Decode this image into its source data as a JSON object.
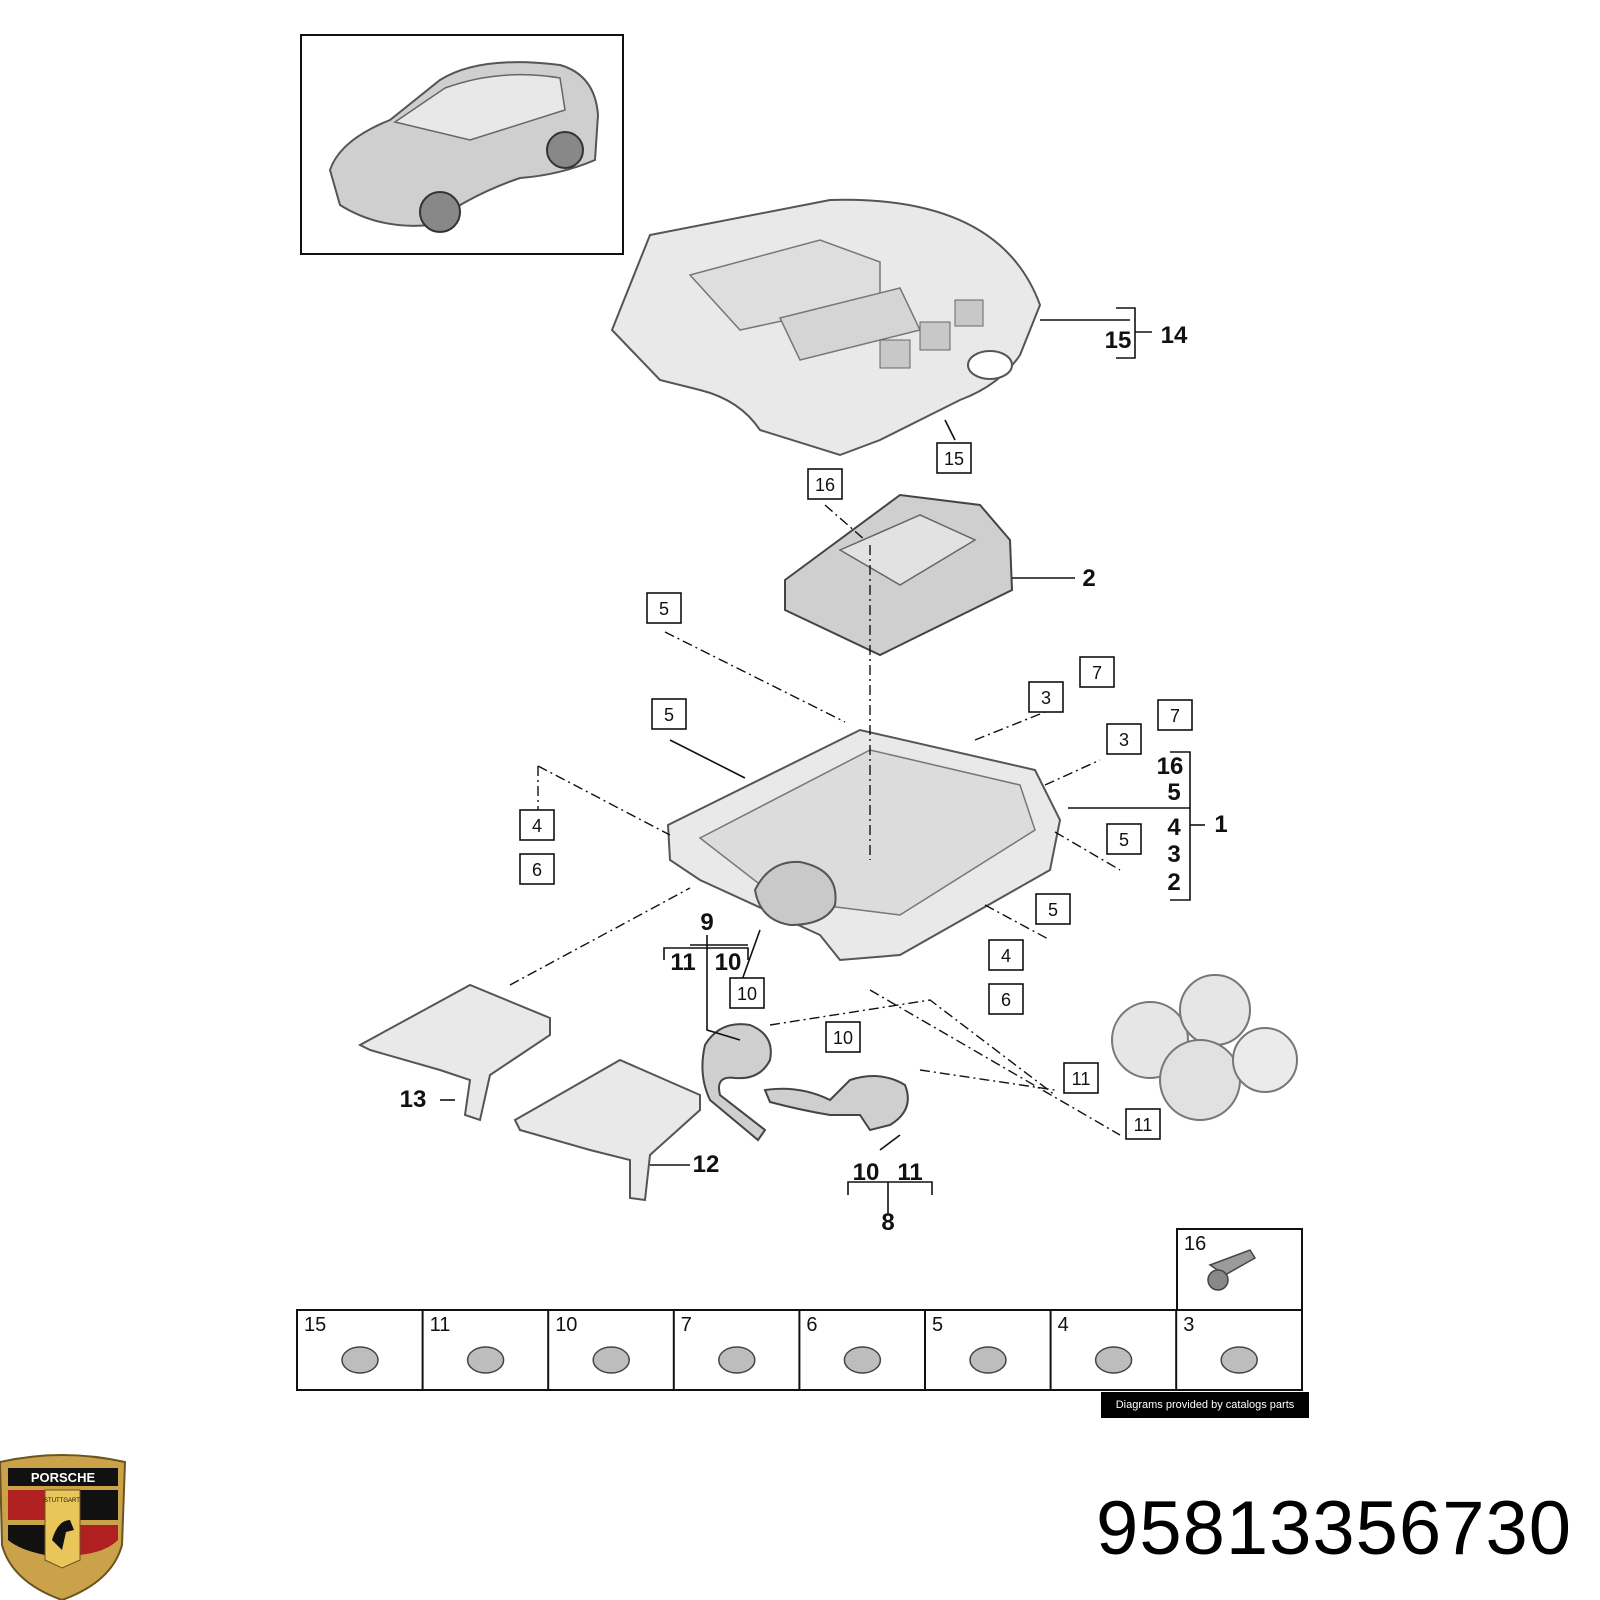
{
  "part_number": "95813356730",
  "credit": "Diagrams provided by catalogs parts",
  "logo": {
    "text": "PORSCHE",
    "city": "STUTTGART"
  },
  "callouts": {
    "c15a": "15",
    "c14": "14",
    "c15b": "15",
    "c16a": "16",
    "c2a": "2",
    "c5a": "5",
    "c7a": "7",
    "c3a": "3",
    "c5b": "5",
    "c7b": "7",
    "c3b": "3",
    "c16b": "16",
    "c5c": "5",
    "c4a": "4",
    "c3c": "3",
    "c2b": "2",
    "c1": "1",
    "c4b": "4",
    "c6a": "6",
    "c5d": "5",
    "c5e": "5",
    "c9": "9",
    "c11a": "11",
    "c10a": "10",
    "c10b": "10",
    "c4c": "4",
    "c6b": "6",
    "c10c": "10",
    "c11b": "11",
    "c13": "13",
    "c12": "12",
    "c11c": "11",
    "c10d": "10",
    "c11d": "11",
    "c8": "8"
  },
  "legend": [
    {
      "num": "15"
    },
    {
      "num": "11"
    },
    {
      "num": "10"
    },
    {
      "num": "7"
    },
    {
      "num": "6"
    },
    {
      "num": "5"
    },
    {
      "num": "4"
    },
    {
      "num": "3"
    }
  ],
  "legend_top": {
    "num": "16"
  }
}
